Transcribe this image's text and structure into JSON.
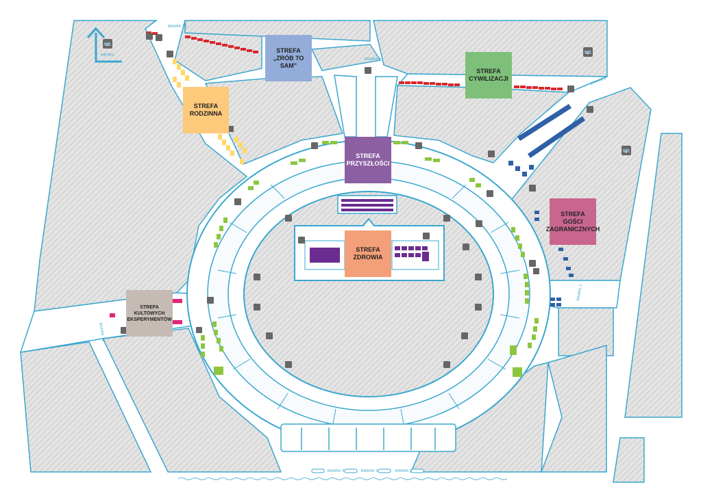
{
  "zones": [
    {
      "id": "zrob",
      "label": "STREFA\n„ZRÓB TO SAM”",
      "color": "#94acd9"
    },
    {
      "id": "cywilizacji",
      "label": "STREFA\nCYWILIZACJI",
      "color": "#7ec07a"
    },
    {
      "id": "rodzinna",
      "label": "STREFA\nRODZINNA",
      "color": "#fdc97b"
    },
    {
      "id": "przyszlosci",
      "label": "STREFA\nPRZYSZŁOŚCI",
      "color": "#8c5ea2"
    },
    {
      "id": "gosci",
      "label": "STREFA\nGOŚCI\nZAGRANICZNYCH",
      "color": "#c9668f"
    },
    {
      "id": "zdrowia",
      "label": "STREFA\nZDROWIA",
      "color": "#f39f79"
    },
    {
      "id": "kultowych",
      "label": "STREFA\nKULTOWYCH\nEKSPERYMENTÓW",
      "color": "#c5bab4"
    }
  ],
  "labels": {
    "metro": "METRO",
    "brama_11": "BRAMA 11",
    "brama_1": "BRAMA 1",
    "brama_2": "BRAMA 2",
    "brama_3": "BRAMA 3",
    "brama_10": "BRAMA 10",
    "brama_4": "BRAMA 4",
    "brama_5": "BRAMA 5",
    "brama_6": "BRAMA 6"
  },
  "colors": {
    "outline": "#3aa7cf",
    "hatch": "#dcdcdc",
    "stall_green": "#8cc63f",
    "stall_red": "#d9262c",
    "stall_yellow": "#ffd966",
    "stall_blue": "#2f5fa7",
    "stall_purple": "#6b2c91",
    "stall_pink": "#e2267a",
    "icon_gray": "#666666"
  },
  "icons": [
    "bus-icon",
    "metro-arrow-icon",
    "info-icon",
    "first-aid-icon",
    "toilet-icon",
    "food-icon",
    "accessibility-icon"
  ]
}
